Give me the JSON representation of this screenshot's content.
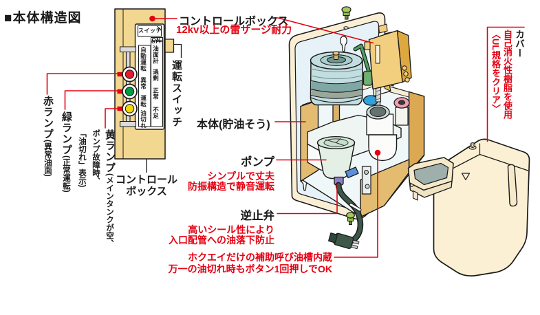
{
  "page": {
    "title": "■本体構造図"
  },
  "colors": {
    "accent_red": "#e50012",
    "lamp_red": "#e8192c",
    "lamp_green": "#009944",
    "lamp_yellow": "#f5d800",
    "box_tan": "#f2d791",
    "cream": "#faefd4"
  },
  "control_panel": {
    "tab": "スイッチ",
    "on": "ON",
    "off": "OFF",
    "col_left": [
      "自動運転",
      "異常",
      "運転",
      "油切れ"
    ],
    "col_right": [
      "油面計",
      "過剰",
      "正常",
      "不足"
    ]
  },
  "labels": {
    "control_box": {
      "title": "コントロールボックス",
      "note": "12kv以上の雷サージ耐力"
    },
    "run_switch": "運転スイッチ",
    "red_lamp": {
      "main": "赤ランプ",
      "sub": "(異常油面)"
    },
    "green_lamp": {
      "main": "緑ランプ",
      "sub": "(正常運転)"
    },
    "yellow_lamp": {
      "main": "黄ランプ",
      "sub1": "(メインタンクが空、",
      "sub2": "ポンプ故障時、",
      "sub3": "「油切れ」表示)"
    },
    "control_box_caption": {
      "line1": "コントロール",
      "line2": "ボックス"
    },
    "body": "本体(貯油そう)",
    "pump": {
      "title": "ポンプ",
      "note1": "シンプルで丈夫",
      "note2": "防振構造で静音運転"
    },
    "check_valve": {
      "title": "逆止弁",
      "note1": "高いシール性により",
      "note2": "入口配管への油落下防止"
    },
    "aux_tank": {
      "note1": "ホクエイだけの補助呼び油槽内蔵",
      "note2": "万一の油切れ時もボタン1回押しでOK"
    },
    "cover": {
      "title": "カバー",
      "note1": "自己消火性樹脂を使用",
      "note2": "〈UL規格をクリア〉"
    }
  }
}
